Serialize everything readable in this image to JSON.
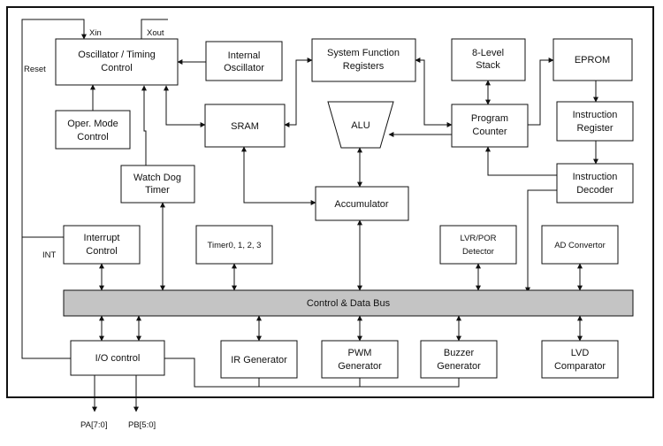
{
  "blocks": {
    "oscillator": [
      "Oscillator / Timing",
      "Control"
    ],
    "internal_osc": [
      "Internal",
      "Oscillator"
    ],
    "sysfunc": [
      "System Function",
      "Registers"
    ],
    "stack": [
      "8-Level",
      "Stack"
    ],
    "eprom": [
      "EPROM"
    ],
    "oper_mode": [
      "Oper. Mode",
      "Control"
    ],
    "sram": [
      "SRAM"
    ],
    "alu": [
      "ALU"
    ],
    "pc": [
      "Program",
      "Counter"
    ],
    "ir": [
      "Instruction",
      "Register"
    ],
    "watchdog": [
      "Watch Dog",
      "Timer"
    ],
    "accumulator": [
      "Accumulator"
    ],
    "decoder": [
      "Instruction",
      "Decoder"
    ],
    "interrupt": [
      "Interrupt",
      "Control"
    ],
    "timers": [
      "Timer0, 1, 2, 3"
    ],
    "lvr": [
      "LVR/POR",
      "Detector"
    ],
    "adc": [
      "AD Convertor"
    ],
    "bus": [
      "Control  & Data Bus"
    ],
    "io": [
      "I/O control"
    ],
    "ir_gen": [
      "IR Generator"
    ],
    "pwm": [
      "PWM",
      "Generator"
    ],
    "buzzer": [
      "Buzzer",
      "Generator"
    ],
    "lvd": [
      "LVD",
      "Comparator"
    ]
  },
  "signals": {
    "xin": "Xin",
    "xout": "Xout",
    "reset": "Reset",
    "int": "INT",
    "pa": "PA[7:0]",
    "pb": "PB[5:0]"
  }
}
